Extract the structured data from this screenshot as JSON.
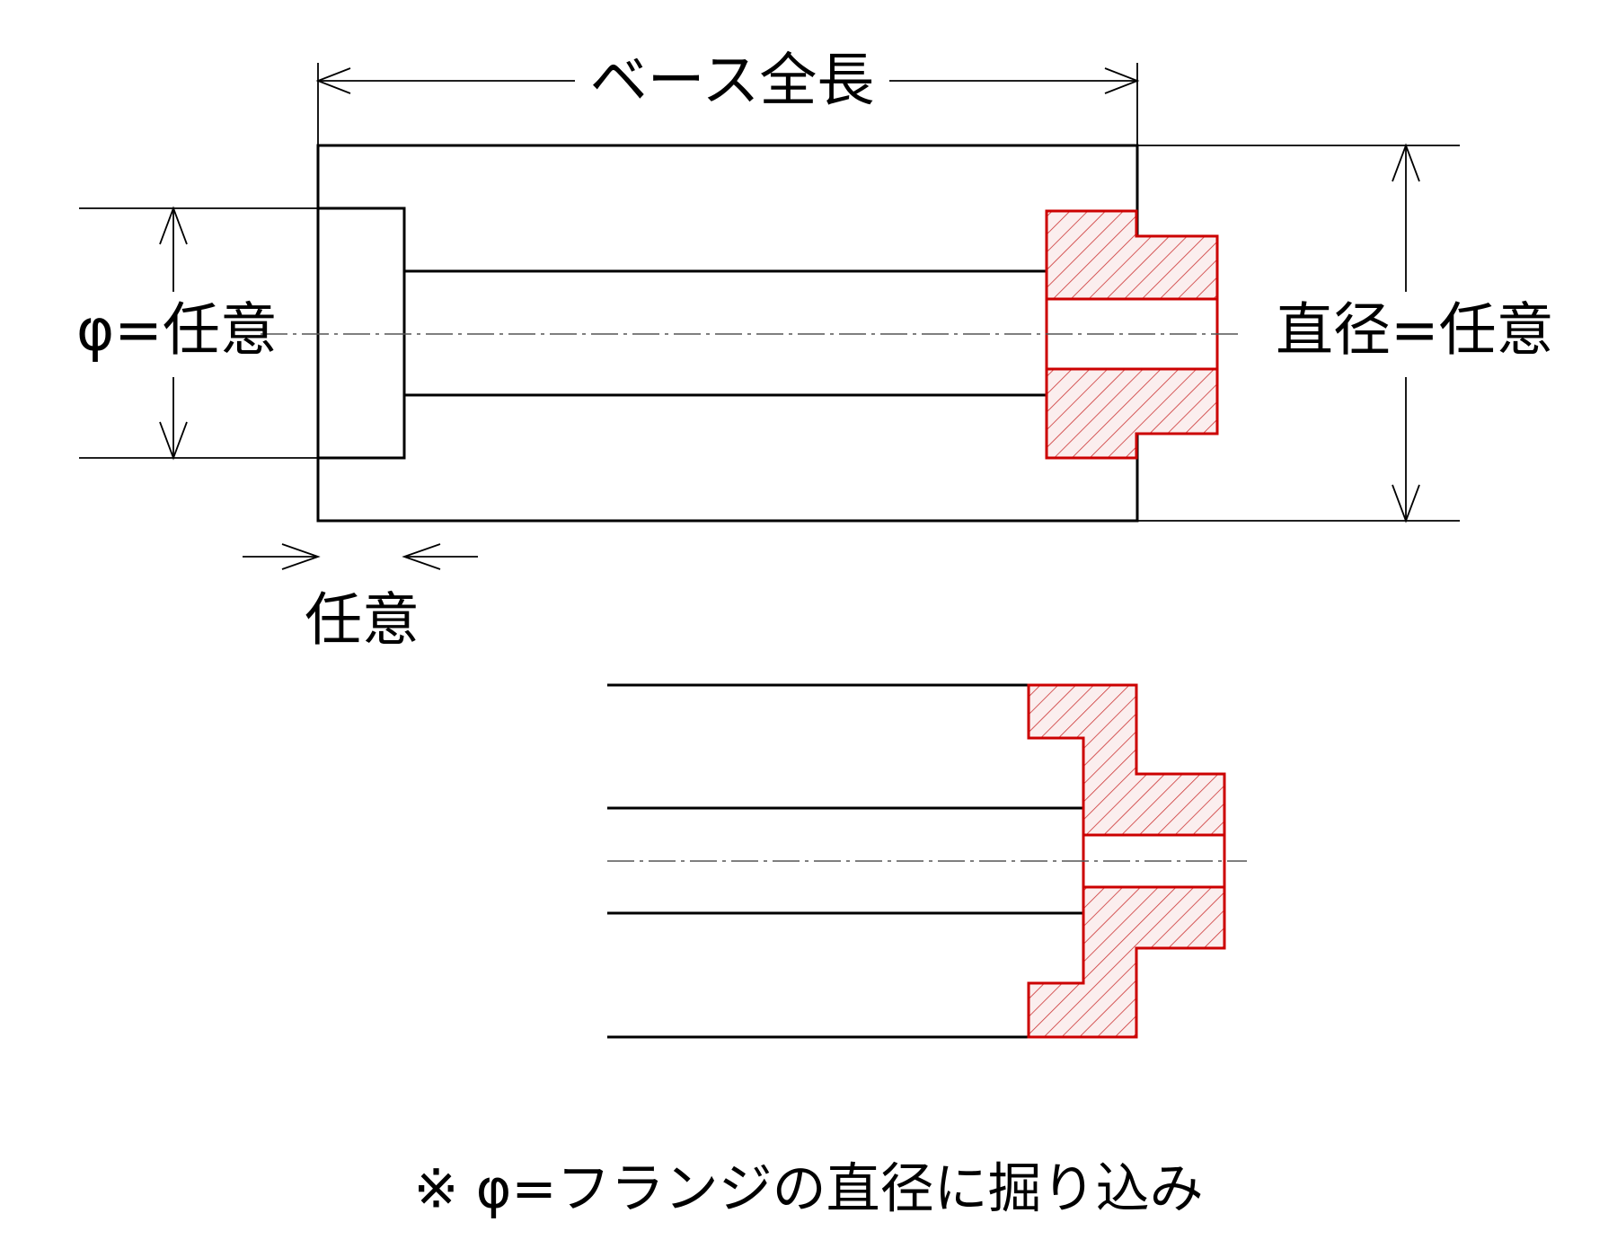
{
  "labels": {
    "base_length": "ベース全長",
    "phi_any": "φ=任意",
    "diameter_any": "直径=任意",
    "any": "任意",
    "note": "※ φ=フランジの直径に掘り込み"
  },
  "colors": {
    "line": "#000000",
    "flange": "#cc0000",
    "hatch": "#cc3333",
    "centerline": "#555555",
    "background": "#ffffff"
  }
}
